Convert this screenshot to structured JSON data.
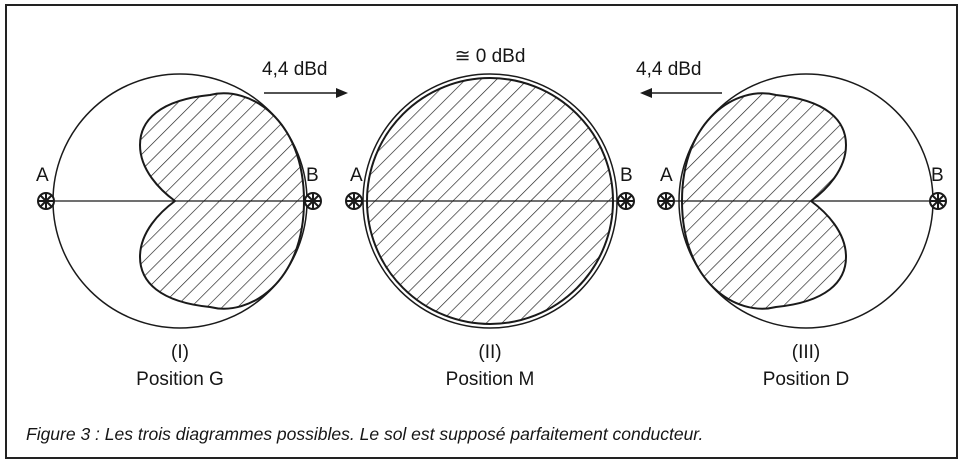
{
  "figure": {
    "caption": "Figure 3 : Les trois diagrammes possibles. Le sol est supposé parfaitement conducteur."
  },
  "diagrams": [
    {
      "id": "I",
      "number_label": "(I)",
      "position_label": "Position G",
      "point_a": "A",
      "point_b": "B",
      "gain_label": "4,4 dBd",
      "arrow_direction": "right",
      "pattern": "cardioid-toward-B"
    },
    {
      "id": "II",
      "number_label": "(II)",
      "position_label": "Position M",
      "point_a": "A",
      "point_b": "B",
      "gain_label": "≅ 0 dBd",
      "arrow_direction": "none",
      "pattern": "circle"
    },
    {
      "id": "III",
      "number_label": "(III)",
      "position_label": "Position D",
      "point_a": "A",
      "point_b": "B",
      "gain_label": "4,4 dBd",
      "arrow_direction": "left",
      "pattern": "cardioid-toward-A"
    }
  ]
}
